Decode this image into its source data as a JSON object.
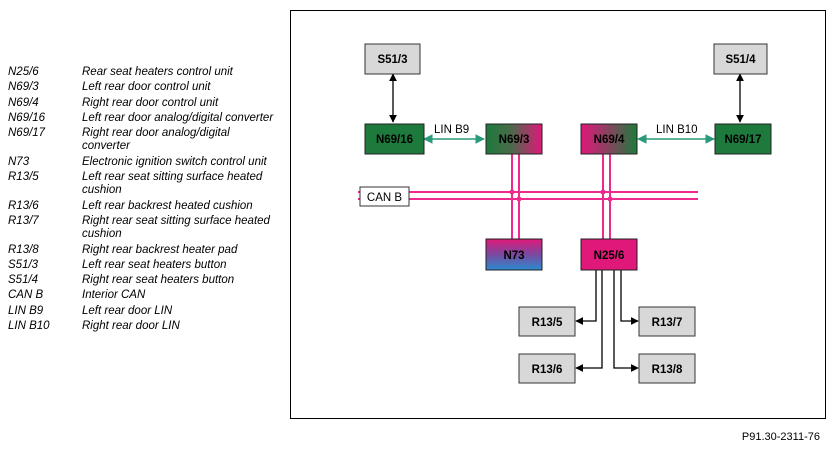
{
  "legend": [
    {
      "code": "N25/6",
      "desc": "Rear seat heaters control unit"
    },
    {
      "code": "N69/3",
      "desc": "Left rear door control unit"
    },
    {
      "code": "N69/4",
      "desc": "Right rear door control unit"
    },
    {
      "code": "N69/16",
      "desc": "Left rear door analog/digital converter"
    },
    {
      "code": "N69/17",
      "desc": "Right rear door analog/digital converter"
    },
    {
      "code": "N73",
      "desc": "Electronic ignition switch control unit"
    },
    {
      "code": "R13/5",
      "desc": "Left rear seat sitting surface heated cushion"
    },
    {
      "code": "R13/6",
      "desc": "Left rear backrest heated cushion"
    },
    {
      "code": "R13/7",
      "desc": "Right rear seat sitting surface heated cushion"
    },
    {
      "code": "R13/8",
      "desc": "Right rear backrest heater pad"
    },
    {
      "code": "S51/3",
      "desc": "Left rear seat heaters button"
    },
    {
      "code": "S51/4",
      "desc": "Right rear seat heaters button"
    },
    {
      "code": "CAN B",
      "desc": "Interior CAN"
    },
    {
      "code": "LIN B9",
      "desc": "Left rear door LIN"
    },
    {
      "code": "LIN B10",
      "desc": "Right rear door LIN"
    }
  ],
  "diagram": {
    "s51_3": "S51/3",
    "s51_4": "S51/4",
    "n69_16": "N69/16",
    "n69_3": "N69/3",
    "n69_4": "N69/4",
    "n69_17": "N69/17",
    "lin_b9": "LIN B9",
    "lin_b10": "LIN B10",
    "can_b": "CAN B",
    "n73": "N73",
    "n25_6": "N25/6",
    "r13_5": "R13/5",
    "r13_7": "R13/7",
    "r13_6": "R13/6",
    "r13_8": "R13/8"
  },
  "colors": {
    "green": "#1e7a3c",
    "magenta": "#e0187a",
    "bus_pink": "#ee2a8e",
    "lin_teal": "#2a9a7a",
    "gray_box": "#d8d8d8",
    "blue": "#3a6ac8"
  },
  "figure_id": "P91.30-2311-76"
}
